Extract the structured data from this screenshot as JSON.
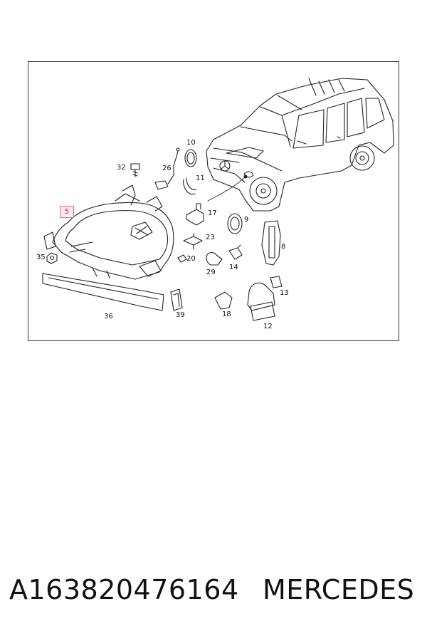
{
  "diagram": {
    "callouts": {
      "c5": "5",
      "c8": "8",
      "c9": "9",
      "c10": "10",
      "c11": "11",
      "c12": "12",
      "c13": "13",
      "c14": "14",
      "c17": "17",
      "c18": "18",
      "c20": "20",
      "c23": "23",
      "c26": "26",
      "c29": "29",
      "c32": "32",
      "c35": "35",
      "c36": "36",
      "c39": "39"
    },
    "highlight_color": "#c0233a"
  },
  "caption": {
    "part_number": "A163820476164",
    "brand": "MERCEDES"
  }
}
